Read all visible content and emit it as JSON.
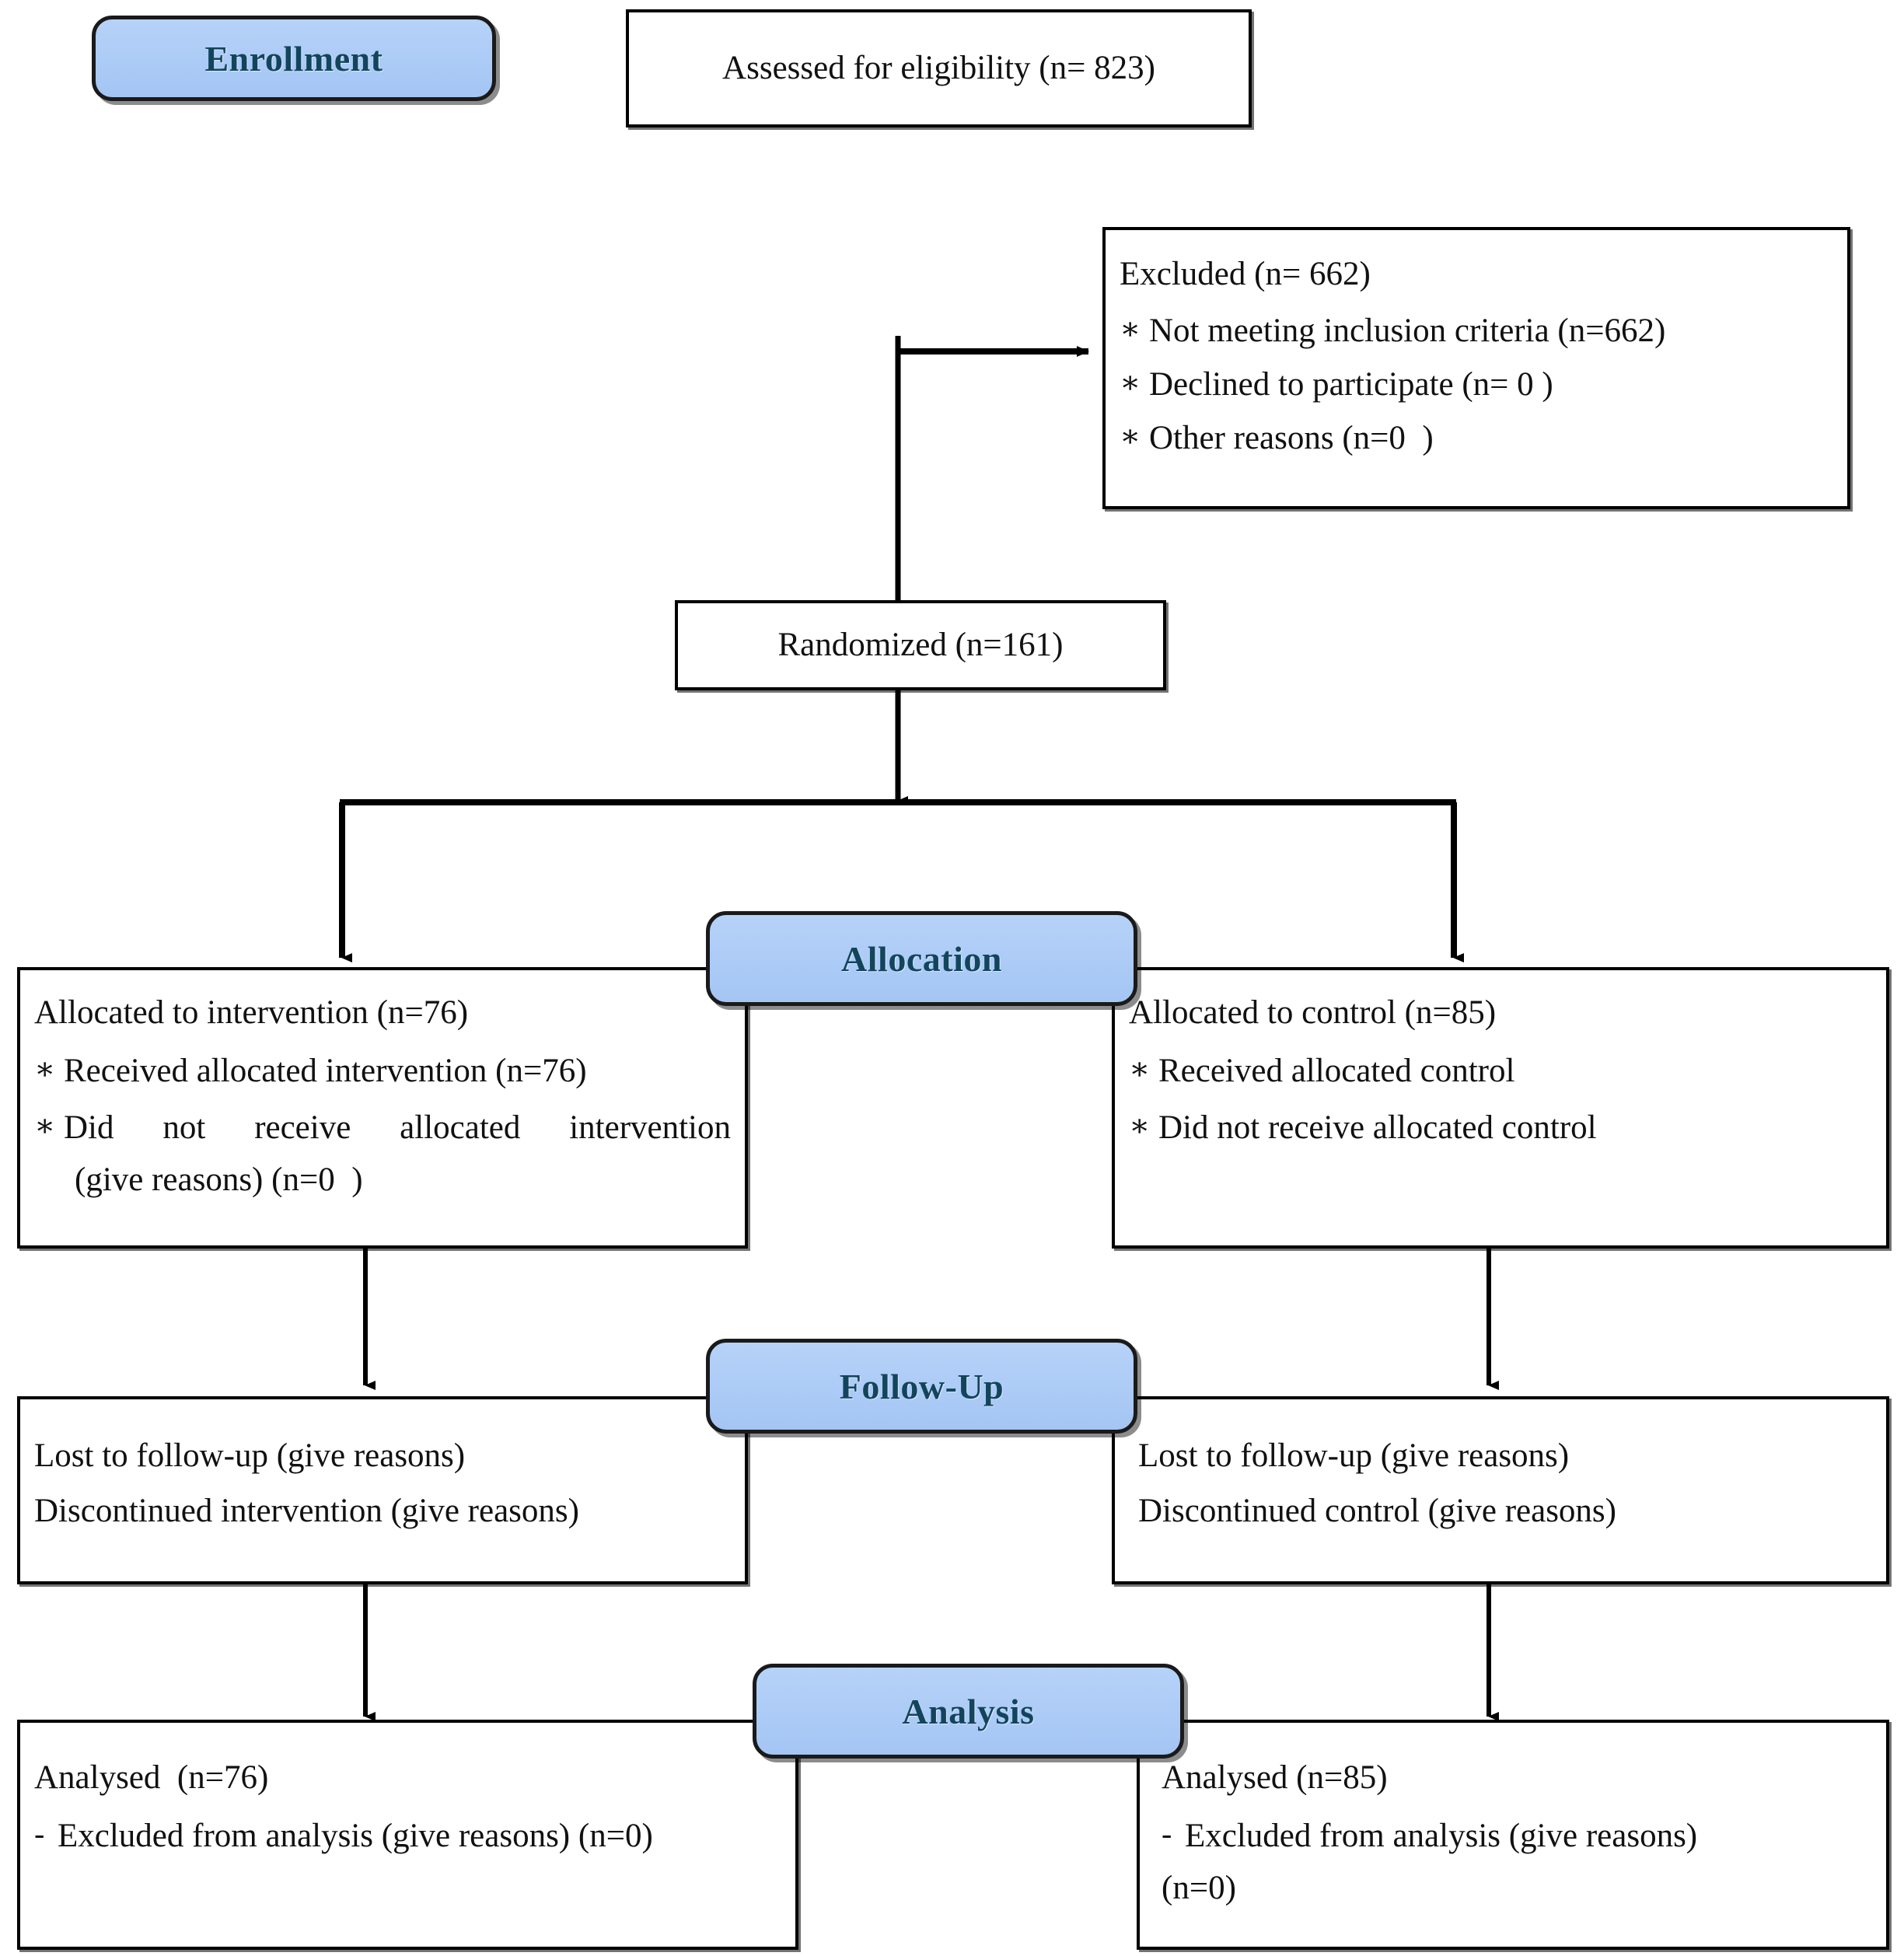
{
  "diagram": {
    "type": "CONSORT participant flow diagram",
    "stages": [
      {
        "id": "enrollment",
        "label": "Enrollment"
      },
      {
        "id": "allocation",
        "label": "Allocation"
      },
      {
        "id": "followup",
        "label": "Follow-Up"
      },
      {
        "id": "analysis",
        "label": "Analysis"
      }
    ],
    "colors": {
      "stage_badge_fill": "#a8c8f6",
      "stage_badge_text": "#12455c",
      "box_border": "#000000",
      "box_fill": "#ffffff",
      "text": "#111111"
    }
  },
  "nodes": {
    "assessed": {
      "text": "Assessed for eligibility (n= 823)"
    },
    "excluded": {
      "heading": "Excluded (n= 662)",
      "bullet_mark": "∗",
      "items": [
        "Not meeting inclusion criteria (n=662)",
        "Declined to participate (n= 0 )",
        "Other reasons (n=0  )"
      ]
    },
    "randomized": {
      "text": "Randomized (n=161)"
    },
    "alloc_intervention": {
      "heading": "Allocated to intervention (n=76)",
      "bullet_mark": "∗",
      "items": [
        "Received allocated intervention (n=76)",
        "Did not receive allocated intervention"
      ],
      "continuation": "(give reasons) (n=0  )"
    },
    "alloc_control": {
      "heading": "Allocated to control (n=85)",
      "bullet_mark": "∗",
      "items": [
        "Received allocated control",
        "Did not receive allocated control"
      ]
    },
    "followup_intervention": {
      "line1": "Lost to follow-up (give reasons)",
      "line2": "Discontinued intervention (give reasons)"
    },
    "followup_control": {
      "line1": "Lost to follow-up (give reasons)",
      "line2": "Discontinued control (give reasons)"
    },
    "analysis_intervention": {
      "heading": "Analysed  (n=76)",
      "bullet_mark": "-",
      "item": "Excluded from analysis (give reasons) (n=0)"
    },
    "analysis_control": {
      "heading": "Analysed (n=85)",
      "bullet_mark": "-",
      "item": "Excluded from analysis (give reasons)",
      "continuation": "(n=0)"
    }
  }
}
